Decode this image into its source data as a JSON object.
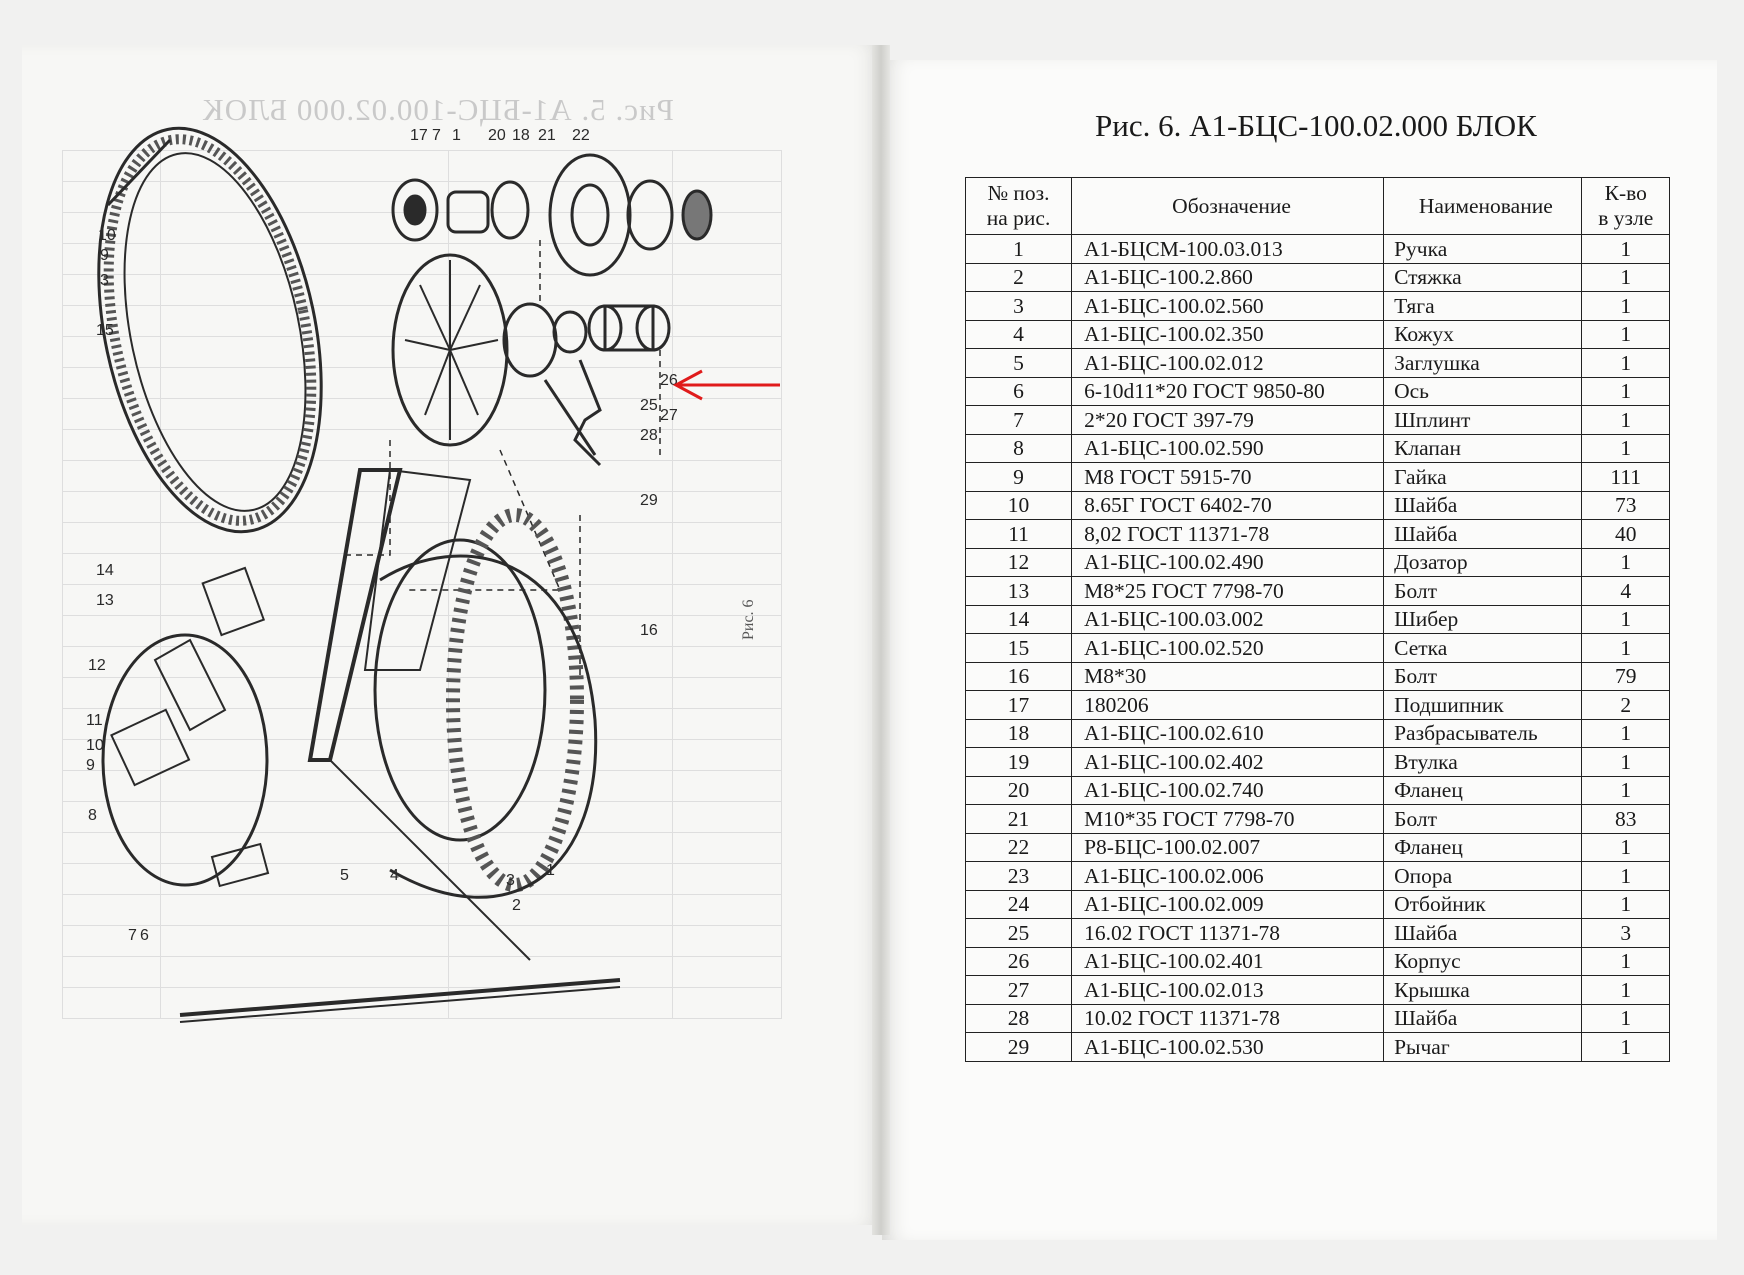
{
  "left_page": {
    "ghost_title": "Рис. 5. А1-БЦС-100.02.000 БЛОК",
    "figure_caption": "Рис. 6",
    "callouts": [
      "17",
      "7",
      "1",
      "20",
      "18",
      "21",
      "22",
      "10",
      "9",
      "3",
      "15",
      "14",
      "13",
      "25",
      "12",
      "11",
      "10",
      "9",
      "8",
      "26",
      "27",
      "28",
      "29",
      "16",
      "7",
      "6",
      "5",
      "4",
      "3",
      "2",
      "1"
    ]
  },
  "right_page": {
    "title": "Рис. 6. А1-БЦС-100.02.000 БЛОК",
    "headers": {
      "pos_line1": "№ поз.",
      "pos_line2": "на рис.",
      "code": "Обозначение",
      "name": "Наименование",
      "qty_line1": "К-во",
      "qty_line2": "в узле"
    },
    "rows": [
      {
        "pos": "1",
        "code": "А1-БЦСМ-100.03.013",
        "name": "Ручка",
        "qty": "1"
      },
      {
        "pos": "2",
        "code": "А1-БЦС-100.2.860",
        "name": "Стяжка",
        "qty": "1"
      },
      {
        "pos": "3",
        "code": "А1-БЦС-100.02.560",
        "name": "Тяга",
        "qty": "1"
      },
      {
        "pos": "4",
        "code": "А1-БЦС-100.02.350",
        "name": "Кожух",
        "qty": "1"
      },
      {
        "pos": "5",
        "code": "А1-БЦС-100.02.012",
        "name": "Заглушка",
        "qty": "1"
      },
      {
        "pos": "6",
        "code": "6-10d11*20 ГОСТ 9850-80",
        "name": "Ось",
        "qty": "1"
      },
      {
        "pos": "7",
        "code": "2*20 ГОСТ 397-79",
        "name": "Шплинт",
        "qty": "1"
      },
      {
        "pos": "8",
        "code": "А1-БЦС-100.02.590",
        "name": "Клапан",
        "qty": "1"
      },
      {
        "pos": "9",
        "code": "М8 ГОСТ 5915-70",
        "name": "Гайка",
        "qty": "111"
      },
      {
        "pos": "10",
        "code": "8.65Г ГОСТ 6402-70",
        "name": "Шайба",
        "qty": "73"
      },
      {
        "pos": "11",
        "code": "8,02 ГОСТ 11371-78",
        "name": "Шайба",
        "qty": "40"
      },
      {
        "pos": "12",
        "code": "А1-БЦС-100.02.490",
        "name": "Дозатор",
        "qty": "1"
      },
      {
        "pos": "13",
        "code": "М8*25 ГОСТ 7798-70",
        "name": "Болт",
        "qty": "4"
      },
      {
        "pos": "14",
        "code": "А1-БЦС-100.03.002",
        "name": "Шибер",
        "qty": "1"
      },
      {
        "pos": "15",
        "code": "А1-БЦС-100.02.520",
        "name": "Сетка",
        "qty": "1"
      },
      {
        "pos": "16",
        "code": "М8*30",
        "name": "Болт",
        "qty": "79"
      },
      {
        "pos": "17",
        "code": "180206",
        "name": "Подшипник",
        "qty": "2"
      },
      {
        "pos": "18",
        "code": "А1-БЦС-100.02.610",
        "name": "Разбрасыватель",
        "qty": "1"
      },
      {
        "pos": "19",
        "code": "А1-БЦС-100.02.402",
        "name": "Втулка",
        "qty": "1"
      },
      {
        "pos": "20",
        "code": "А1-БЦС-100.02.740",
        "name": "Фланец",
        "qty": "1"
      },
      {
        "pos": "21",
        "code": "М10*35 ГОСТ 7798-70",
        "name": "Болт",
        "qty": "83"
      },
      {
        "pos": "22",
        "code": "Р8-БЦС-100.02.007",
        "name": "Фланец",
        "qty": "1"
      },
      {
        "pos": "23",
        "code": "А1-БЦС-100.02.006",
        "name": "Опора",
        "qty": "1"
      },
      {
        "pos": "24",
        "code": "А1-БЦС-100.02.009",
        "name": "Отбойник",
        "qty": "1"
      },
      {
        "pos": "25",
        "code": "16.02 ГОСТ 11371-78",
        "name": "Шайба",
        "qty": "3"
      },
      {
        "pos": "26",
        "code": "А1-БЦС-100.02.401",
        "name": "Корпус",
        "qty": "1"
      },
      {
        "pos": "27",
        "code": "А1-БЦС-100.02.013",
        "name": "Крышка",
        "qty": "1"
      },
      {
        "pos": "28",
        "code": "10.02 ГОСТ 11371-78",
        "name": "Шайба",
        "qty": "1"
      },
      {
        "pos": "29",
        "code": "А1-БЦС-100.02.530",
        "name": "Рычаг",
        "qty": "1"
      }
    ]
  },
  "colors": {
    "arrow": "#e01b1b",
    "ink": "#1a1a1a",
    "ghost": "#c8c8c8"
  }
}
